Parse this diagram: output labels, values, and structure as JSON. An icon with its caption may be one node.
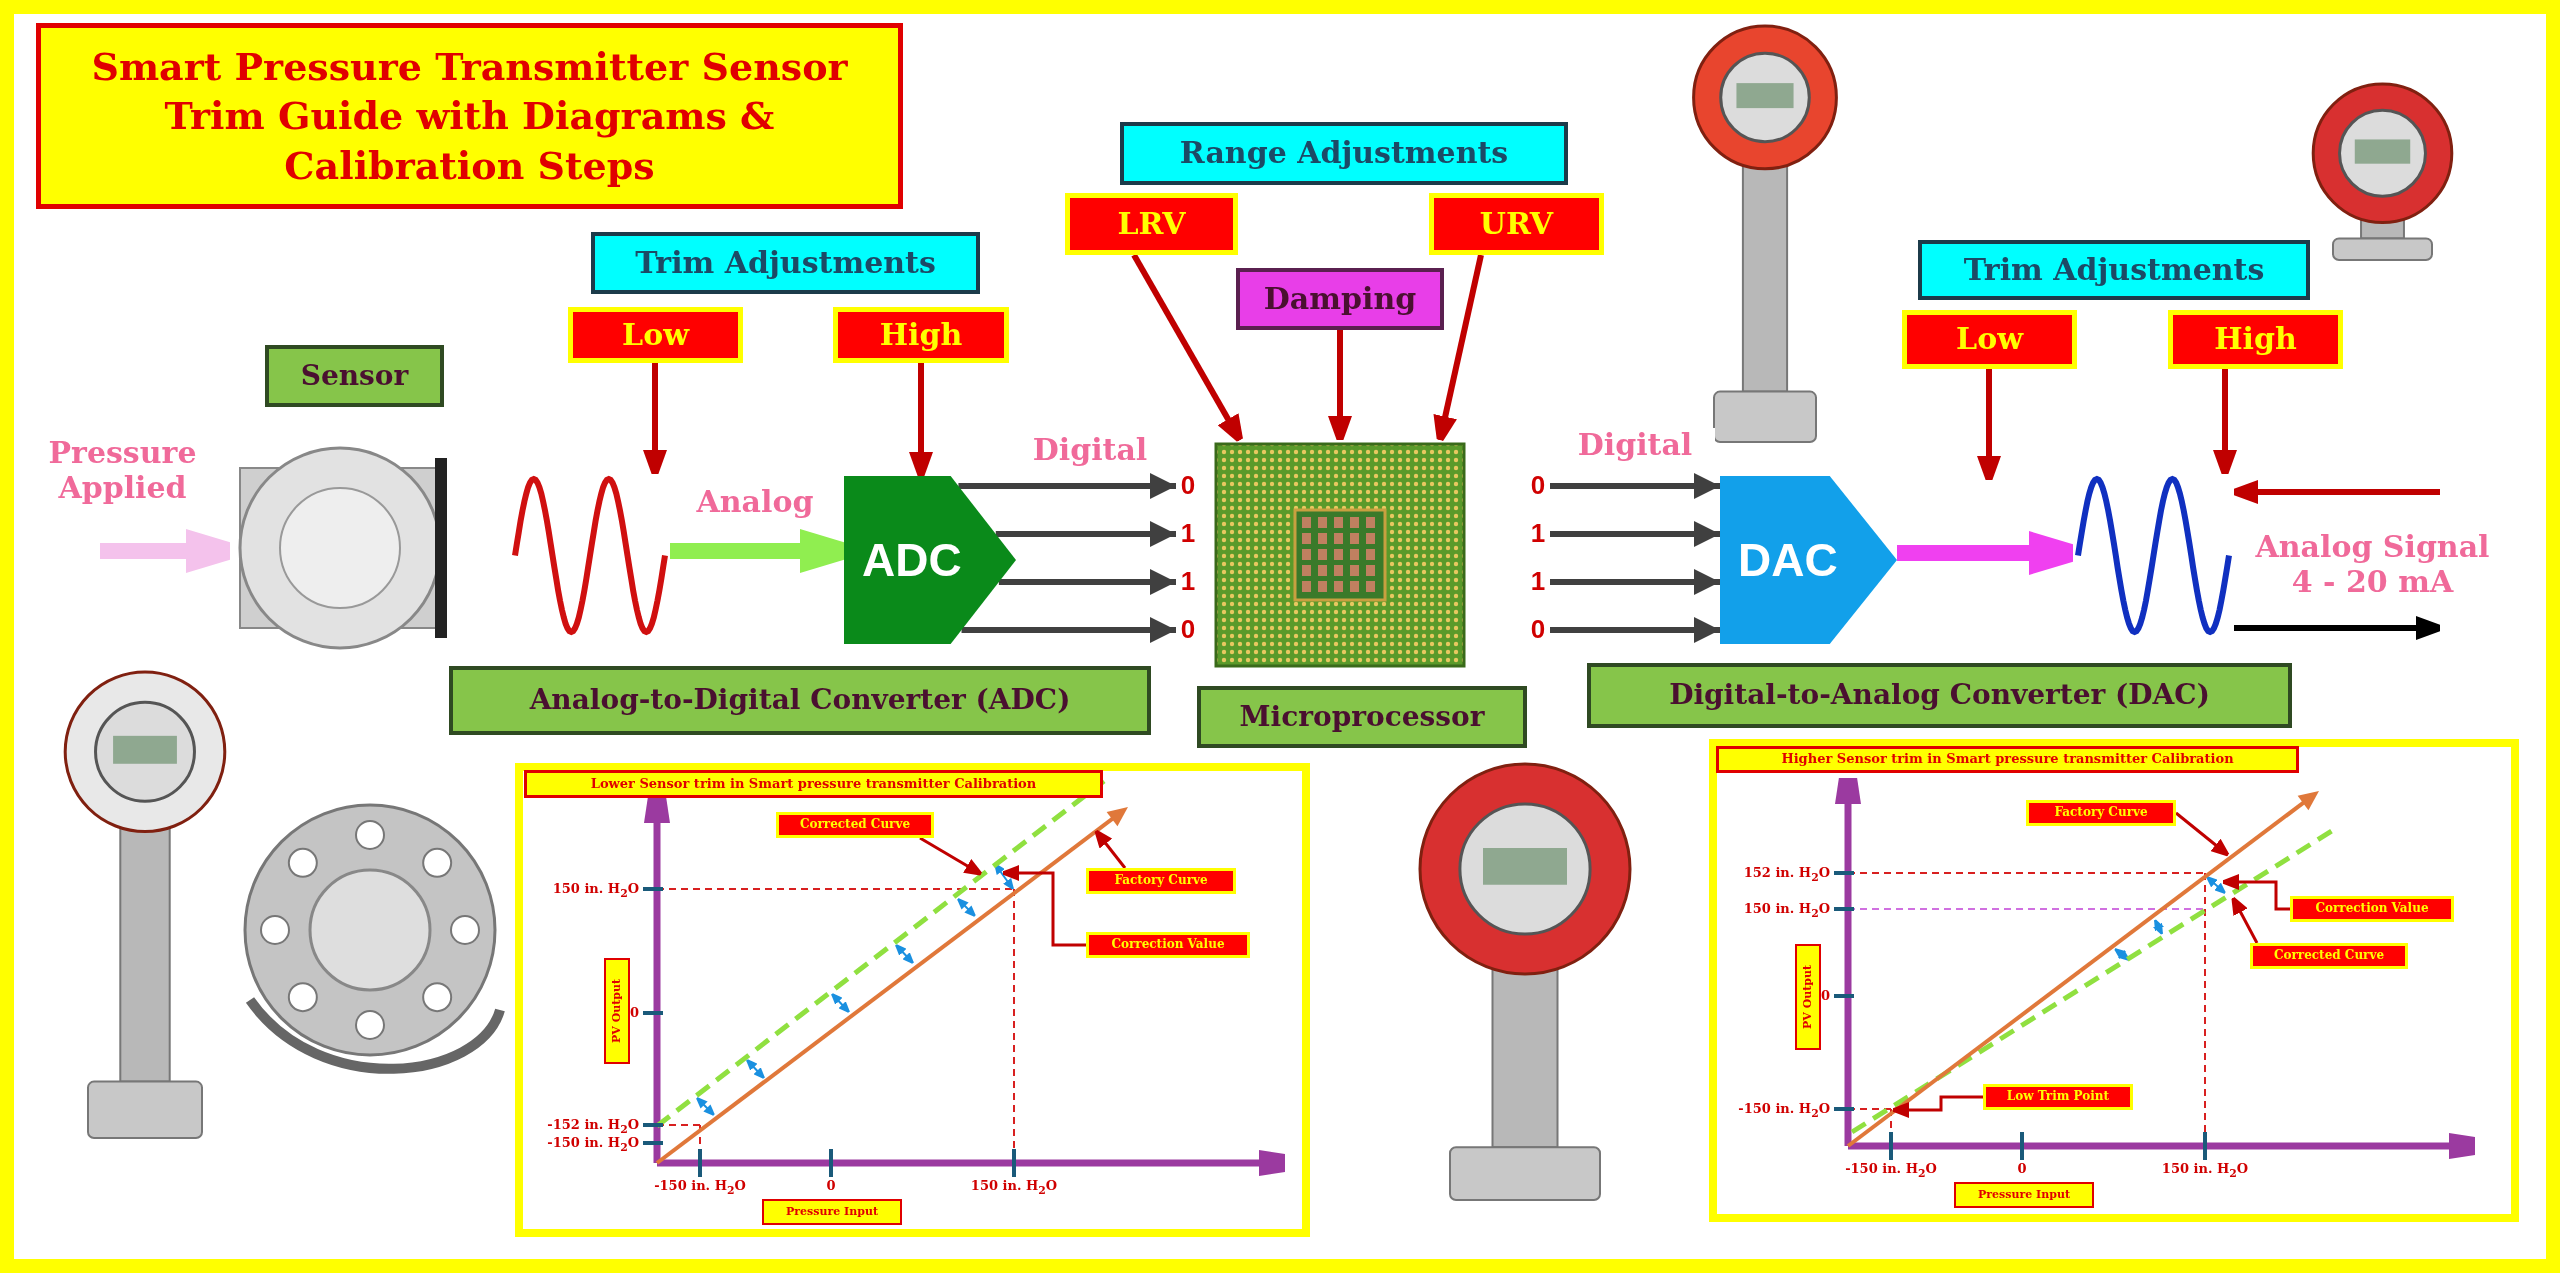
{
  "diagram": {
    "title": "Smart Pressure Transmitter Sensor Trim Guide with Diagrams & Calibration Steps",
    "nodes": [
      {
        "text": [
          "Range Adjustments"
        ]
      },
      {
        "text": [
          "LRV"
        ]
      },
      {
        "text": [
          "URV"
        ]
      },
      {
        "text": [
          "Damping"
        ]
      },
      {
        "text": [
          "Trim Adjustments"
        ]
      },
      {
        "text": [
          "Low"
        ]
      },
      {
        "text": [
          "High"
        ]
      },
      {
        "text": [
          "Trim Adjustments"
        ]
      },
      {
        "text": [
          "Low"
        ]
      },
      {
        "text": [
          "High"
        ]
      },
      {
        "text": [
          "Sensor"
        ]
      },
      {
        "text": [],
        "shape": "picture"
      },
      {
        "text": [],
        "shape": "wave"
      },
      {
        "text": [
          "ADC"
        ]
      },
      {
        "text": [],
        "shape": "picture"
      },
      {
        "text": [
          "DAC"
        ]
      },
      {
        "text": [],
        "shape": "wave"
      },
      {
        "text": [
          "Analog-to-Digital Converter (ADC)"
        ]
      },
      {
        "text": [
          "Microprocessor"
        ]
      },
      {
        "text": [
          "Digital-to-Analog Converter (DAC)"
        ]
      },
      {
        "text": [
          "Lower Sensor trim in Smart pressure transmitter Calibration"
        ]
      },
      {
        "text": [
          "Corrected Curve"
        ]
      },
      {
        "text": [
          "Factory Curve"
        ]
      },
      {
        "text": [
          "Correction Value"
        ]
      },
      {
        "text": [
          "PV Output"
        ]
      },
      {
        "text": [
          "Pressure Input"
        ]
      },
      {
        "text": [
          "Higher Sensor trim in Smart pressure transmitter Calibration"
        ]
      },
      {
        "text": [
          "Factory Curve"
        ]
      },
      {
        "text": [
          "Correction Value"
        ]
      },
      {
        "text": [
          "Corrected Curve"
        ]
      },
      {
        "text": [
          "Low Trim Point"
        ]
      },
      {
        "text": [
          "PV Output"
        ]
      },
      {
        "text": [
          "Pressure Input"
        ]
      },
      {
        "text": [
          "0"
        ]
      },
      {
        "text": [
          "1"
        ]
      },
      {
        "text": [
          "1"
        ]
      },
      {
        "text": [
          "0"
        ]
      },
      {
        "text": [
          "0"
        ]
      },
      {
        "text": [
          "1"
        ]
      },
      {
        "text": [
          "1"
        ]
      },
      {
        "text": [
          "0"
        ]
      }
    ],
    "edges": [
      {
        "from": 1,
        "to": 14,
        "arrow": "to"
      },
      {
        "from": 3,
        "to": 14,
        "arrow": "to"
      },
      {
        "from": 2,
        "to": 14,
        "arrow": "to"
      },
      {
        "from": 5,
        "to": 12,
        "arrow": "to"
      },
      {
        "from": 6,
        "to": 13,
        "arrow": "to"
      },
      {
        "from": 8,
        "to": null,
        "arrow": "to"
      },
      {
        "from": 9,
        "to": 16,
        "arrow": "to"
      },
      {
        "from": null,
        "to": 11,
        "arrow": "to",
        "label": "Pressure Applied",
        "style": "thick",
        "color": "#f4c2ec"
      },
      {
        "from": 12,
        "to": 13,
        "arrow": "to",
        "label": "Analog",
        "style": "thick",
        "color": "#90ee50"
      },
      {
        "from": 13,
        "to": 33,
        "arrow": "to",
        "color": "#404040"
      },
      {
        "from": 13,
        "to": 34,
        "arrow": "to",
        "color": "#404040"
      },
      {
        "from": 13,
        "to": 35,
        "arrow": "to",
        "color": "#404040"
      },
      {
        "from": 13,
        "to": 36,
        "arrow": "to",
        "color": "#404040"
      },
      {
        "from": 37,
        "to": 15,
        "arrow": "to",
        "color": "#404040"
      },
      {
        "from": 38,
        "to": 15,
        "arrow": "to",
        "color": "#404040"
      },
      {
        "from": 39,
        "to": 15,
        "arrow": "to",
        "color": "#404040"
      },
      {
        "from": 40,
        "to": 15,
        "arrow": "to",
        "color": "#404040"
      },
      {
        "from": 15,
        "to": 16,
        "arrow": "to",
        "style": "thick",
        "color": "#f040f0"
      },
      {
        "from": null,
        "to": 16,
        "arrow": "to"
      },
      {
        "from": 16,
        "to": null,
        "arrow": "to",
        "color": "#000000",
        "label": "Analog Signal 4 - 20 mA"
      },
      {
        "from": 21,
        "to": null,
        "arrow": "to"
      },
      {
        "from": 22,
        "to": null,
        "arrow": "to"
      },
      {
        "from": 23,
        "to": null,
        "arrow": "to"
      },
      {
        "from": 27,
        "to": null,
        "arrow": "to"
      },
      {
        "from": 28,
        "to": null,
        "arrow": "to"
      },
      {
        "from": 29,
        "to": null,
        "arrow": "to"
      },
      {
        "from": 30,
        "to": null,
        "arrow": "to"
      }
    ],
    "labels": [
      "Digital",
      "Digital",
      "150 in. H$_{2}$O",
      "0",
      "-152 in. H$_{2}$O",
      "-150 in. H$_{2}$O",
      "-150 in. H$_{2}$O",
      "0",
      "150 in. H$_{2}$O",
      "152 in. H$_{2}$O",
      "150 in. H$_{2}$O",
      "0",
      "-150 in. H$_{2}$O",
      "-150 in. H$_{2}$O",
      "0",
      "150 in. H$_{2}$O"
    ]
  }
}
